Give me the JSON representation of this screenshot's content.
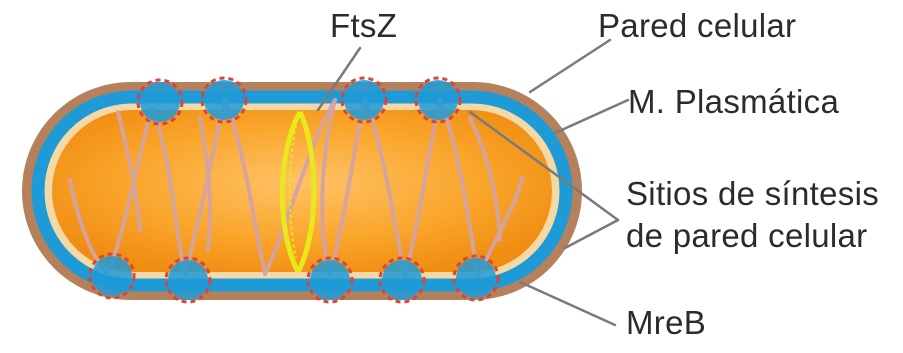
{
  "labels": {
    "ftsz": "FtsZ",
    "cell_wall": "Pared celular",
    "plasma_membrane": "M. Plasmática",
    "synthesis_line1": "Sitios de síntesis",
    "synthesis_line2": "de pared celular",
    "mreb": "MreB"
  },
  "colors": {
    "cell_wall": "#b5815c",
    "membrane": "#1e9bd7",
    "cytoplasm": "#f7a01c",
    "cytoplasm_center": "#ffb347",
    "mreb_filament": "#d4a4a4",
    "ftsz_ring": "#e8e81a",
    "synthesis_site": "#d9453a",
    "leader_line": "#7a7a7a"
  }
}
